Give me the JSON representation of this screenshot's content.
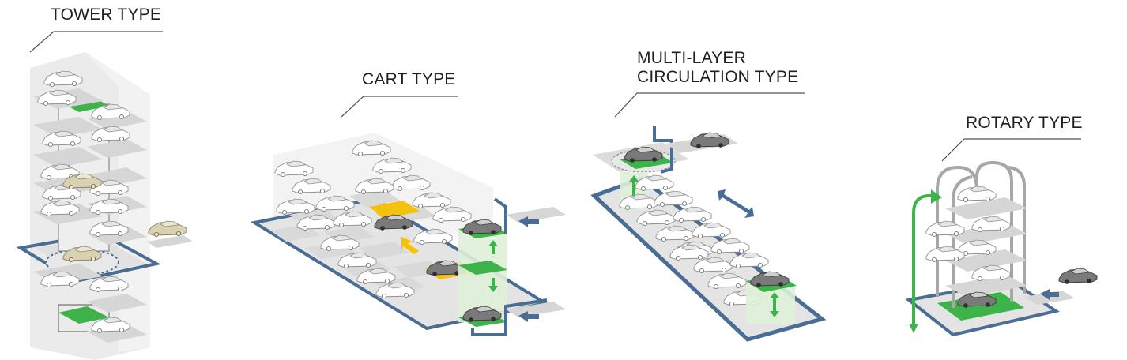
{
  "sections": [
    {
      "title_lines": [
        "TOWER TYPE"
      ]
    },
    {
      "title_lines": [
        "CART TYPE"
      ]
    },
    {
      "title_lines": [
        "MULTI-LAYER",
        "CIRCULATION TYPE"
      ]
    },
    {
      "title_lines": [
        "ROTARY TYPE"
      ]
    }
  ],
  "colors": {
    "accent_green": "#3db34a",
    "accent_yellow": "#f4c20d",
    "frame_blue": "#4a6e93",
    "floor_gray": "#d6d6d6",
    "wall_gray": "#e6e6e6",
    "car_white": "#ffffff",
    "car_dark": "#6f6f6f",
    "car_beige": "#d6cfb0",
    "text": "#1f1f1f"
  },
  "icons": [
    "car-icon",
    "arrow-icon",
    "turntable-icon",
    "lift-icon"
  ]
}
